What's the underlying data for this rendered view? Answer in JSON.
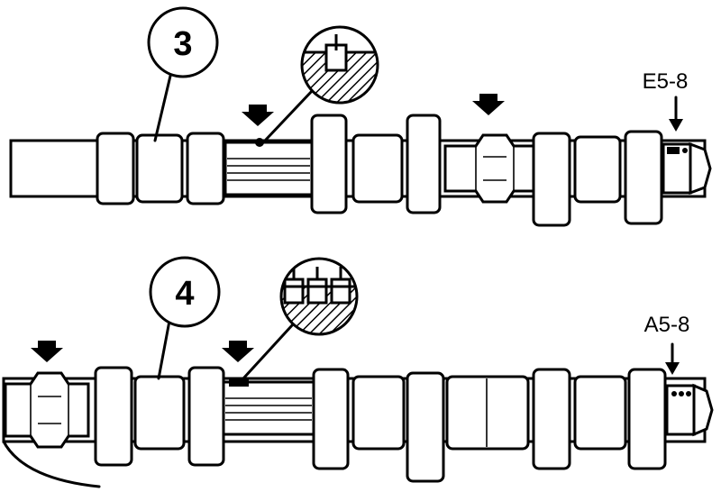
{
  "callouts": {
    "top": "3",
    "bottom": "4"
  },
  "codes": {
    "top": "E5-8",
    "bottom": "A5-8"
  },
  "colors": {
    "ink": "#000000",
    "paper": "#ffffff"
  }
}
